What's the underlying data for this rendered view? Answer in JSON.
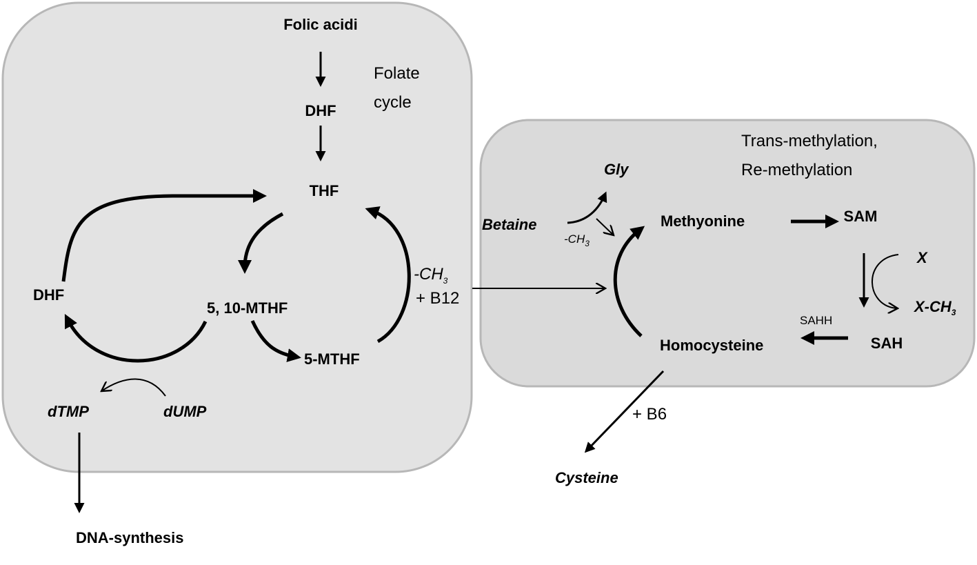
{
  "diagram": {
    "folate_box": {
      "title_line1": "Folate",
      "title_line2": "cycle",
      "nodes": {
        "folic_acid": "Folic acidi",
        "dhf_top": "DHF",
        "thf": "THF",
        "dhf_left": "DHF",
        "mthf_5_10": "5, 10-MTHF",
        "mthf_5": "5-MTHF",
        "dtmp": "dTMP",
        "dump": "dUMP"
      },
      "cofactor_ch3": "-CH",
      "cofactor_ch3_sub": "3",
      "cofactor_b12": "+ B12"
    },
    "methylation_box": {
      "title_line1": "Trans-methylation,",
      "title_line2": "Re-methylation",
      "nodes": {
        "gly": "Gly",
        "betaine": "Betaine",
        "methionine": "Methyonine",
        "sam": "SAM",
        "x": "X",
        "x_ch3": "X-CH",
        "x_ch3_sub": "3",
        "sah": "SAH",
        "homocysteine": "Homocysteine"
      },
      "betaine_ch3": "-CH",
      "betaine_ch3_sub": "3",
      "enzyme_sahh": "SAHH"
    },
    "outside": {
      "dna_synthesis": "DNA-synthesis",
      "cysteine": "Cysteine",
      "cofactor_b6": "+ B6"
    },
    "colors": {
      "folate_box_fill": "#e3e3e3",
      "methylation_box_fill": "#dadada",
      "box_stroke": "#b7b7b7",
      "arrow": "#000000"
    }
  }
}
